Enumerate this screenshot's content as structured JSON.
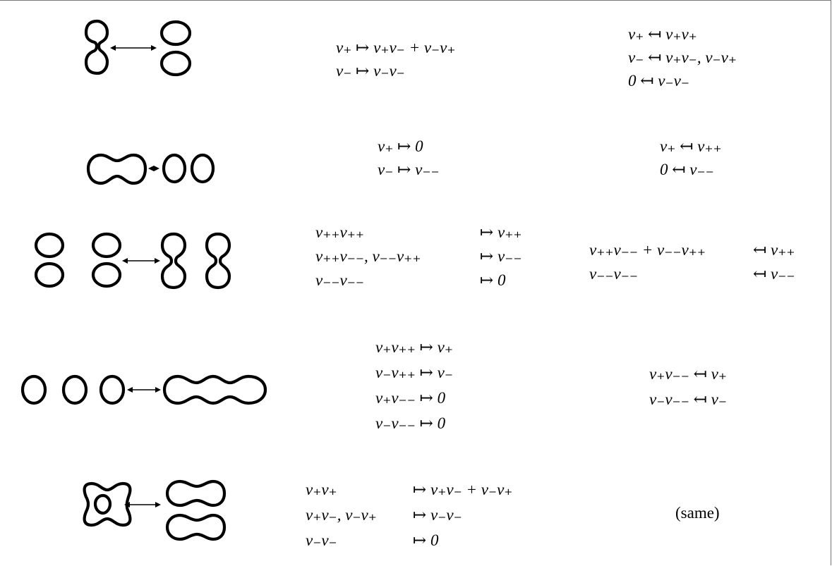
{
  "rows": [
    {
      "forward": [
        "v₊ ↦ v₊v₋ + v₋v₊",
        "v₋ ↦ v₋v₋"
      ],
      "backward": [
        "v₊ ↤ v₊v₊",
        "v₋ ↤ v₊v₋, v₋v₊",
        "0   ↤ v₋v₋"
      ]
    },
    {
      "forward": [
        "v₊ ↦ 0",
        "v₋ ↦ v₋₋"
      ],
      "backward": [
        "v₊ ↤ v₊₊",
        "0   ↤ v₋₋"
      ]
    },
    {
      "forward_lhs": [
        "v₊₊v₊₊",
        "v₊₊v₋₋, v₋₋v₊₊",
        "v₋₋v₋₋"
      ],
      "forward_rhs": [
        "↦ v₊₊",
        "↦ v₋₋",
        "↦ 0"
      ],
      "backward_lhs": [
        "v₊₊v₋₋ + v₋₋v₊₊",
        "v₋₋v₋₋"
      ],
      "backward_rhs": [
        "↤ v₊₊",
        "↤ v₋₋"
      ]
    },
    {
      "forward": [
        "v₊v₊₊ ↦ v₊",
        "v₋v₊₊ ↦ v₋",
        "v₊v₋₋ ↦ 0",
        "v₋v₋₋ ↦ 0"
      ],
      "backward": [
        "v₊v₋₋ ↤ v₊",
        "v₋v₋₋ ↤ v₋"
      ]
    },
    {
      "forward_lhs": [
        "v₊v₊",
        "v₊v₋, v₋v₊",
        "v₋v₋"
      ],
      "forward_rhs": [
        "↦ v₊v₋ + v₋v₊",
        "↦ v₋v₋",
        "↦ 0"
      ],
      "backward": "(same)"
    }
  ]
}
